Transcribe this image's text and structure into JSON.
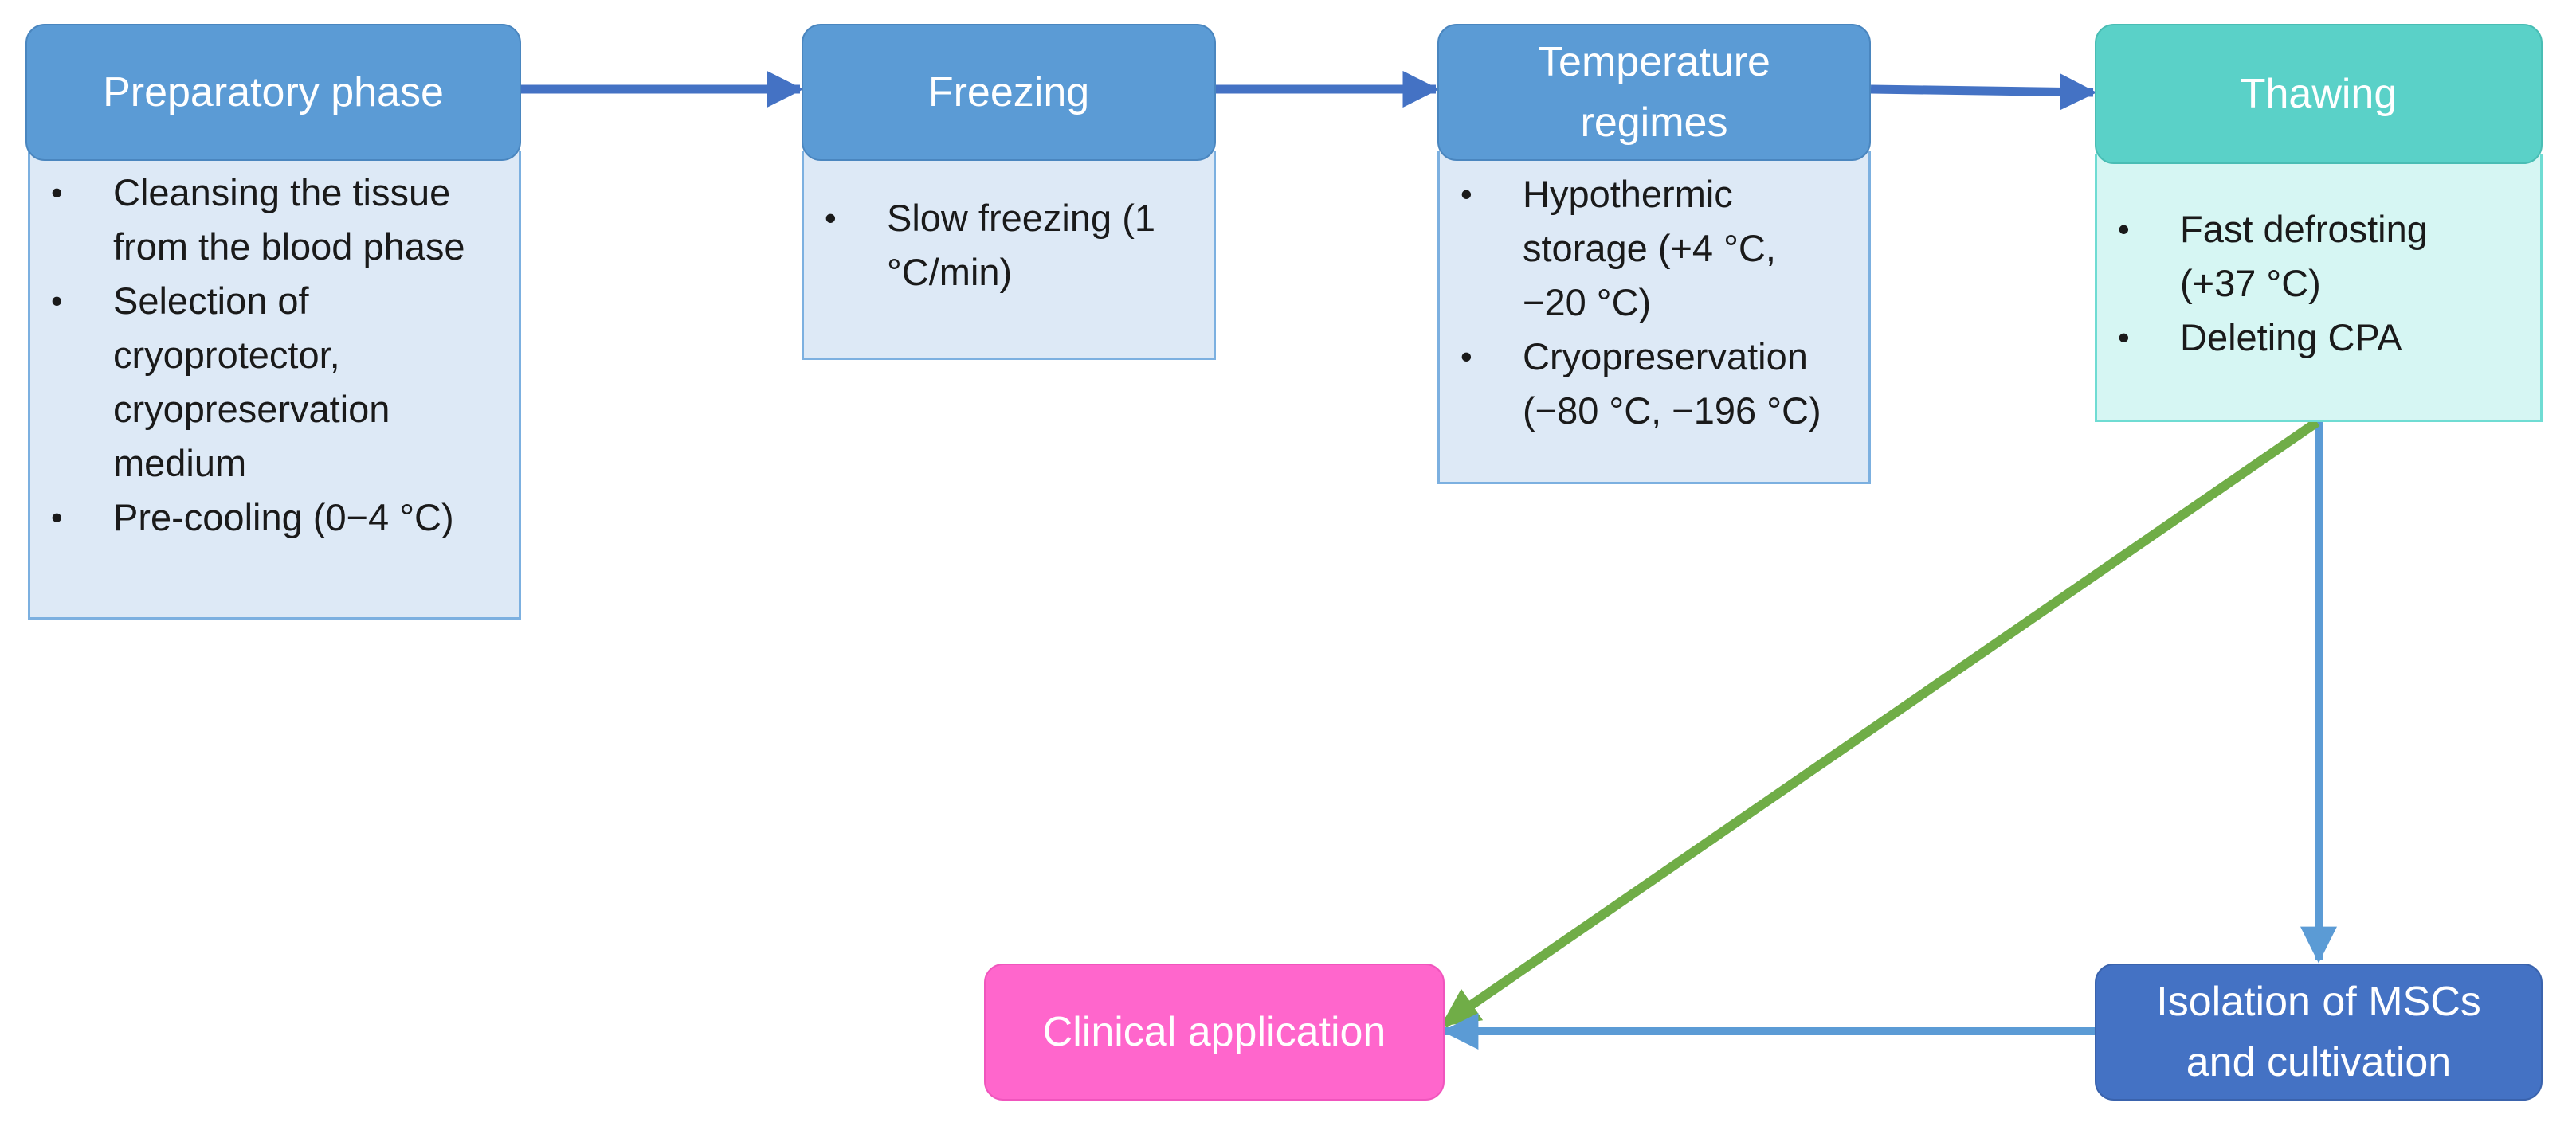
{
  "colors": {
    "header_blue": "#5b9bd5",
    "header_teal": "#5ad1c8",
    "body_blue": "#dde9f6",
    "body_teal": "#d6f6f3",
    "arrow_dark_blue": "#4472c4",
    "arrow_light_blue": "#5b9bd5",
    "arrow_green": "#70ad47",
    "clinical_pink": "#ff66cc",
    "isolation_blue": "#4472c4"
  },
  "steps": {
    "preparatory": {
      "title": "Preparatory phase",
      "items": [
        "Cleansing the tissue from the blood phase",
        "Selection of cryoprotector, cryopreservation medium",
        "Pre-cooling (0−4 °C)"
      ]
    },
    "freezing": {
      "title": "Freezing",
      "items": [
        "Slow freezing (1 °C/min)"
      ]
    },
    "temperature": {
      "title": "Temperature regimes",
      "items": [
        "Hypothermic storage (+4 °C, −20 °C)",
        "Cryopreservation (−80 °C, −196 °C)"
      ]
    },
    "thawing": {
      "title": "Thawing",
      "items": [
        "Fast defrosting (+37 °C)",
        "Deleting CPA"
      ]
    }
  },
  "outcomes": {
    "clinical": "Clinical application",
    "isolation": "Isolation of MSCs and cultivation"
  }
}
